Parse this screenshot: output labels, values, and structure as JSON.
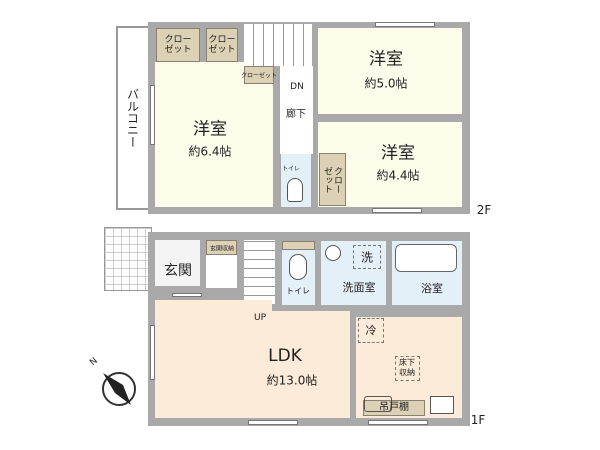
{
  "floor2": {
    "label": "2F",
    "balcony": "バルコニー",
    "closet_a": "クロー\nゼット",
    "closet_b": "クロー\nゼット",
    "closet_small": "クローゼット",
    "closet_c": "クロー\nゼット",
    "dn": "DN",
    "hallway": "廊下",
    "toilet": "トイレ",
    "room1": {
      "name": "洋室",
      "size": "約6.4帖"
    },
    "room2": {
      "name": "洋室",
      "size": "約5.0帖"
    },
    "room3": {
      "name": "洋室",
      "size": "約4.4帖"
    }
  },
  "floor1": {
    "label": "1F",
    "entrance": "玄関",
    "entrance_storage": "玄関収納",
    "up": "UP",
    "toilet": "トイレ",
    "washroom": "洗面室",
    "washer": "洗",
    "bath": "浴室",
    "fridge": "冷",
    "underfloor": "床下\n収納",
    "cabinet": "吊戸棚",
    "ldk": {
      "name": "LDK",
      "size": "約13.0帖"
    }
  },
  "compass": {
    "north": "N"
  }
}
